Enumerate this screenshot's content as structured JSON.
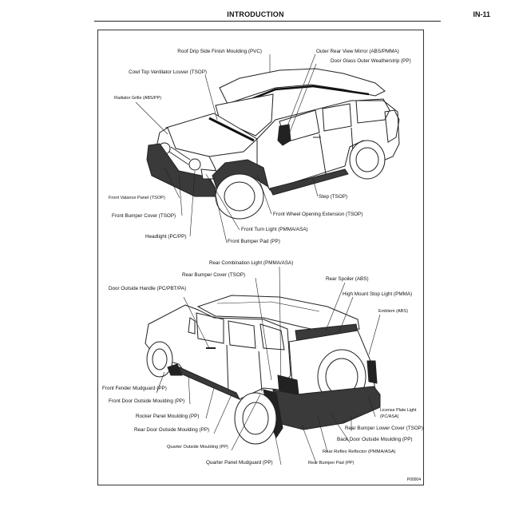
{
  "header": {
    "title": "INTRODUCTION",
    "page": "IN-11"
  },
  "figure_code": "P00004",
  "upper_labels": [
    "Roof Drip Side Finish Moulding (PVC)",
    "Outer Rear View Mirror (ABS/PMMA)",
    "Door Glass Outer Weatherstrip (PP)",
    "Cowl Top Ventilator Louver (TSOP)",
    "Radiator Grille (ABS/PP)",
    "Front Valance Panel (TSOP)",
    "Front Bumper Cover (TSOP)",
    "Headlight (PC/PP)",
    "Step (TSOP)",
    "Front Wheel Opening Extension (TSOP)",
    "Front Turn Light (PMMA/ASA)",
    "Front Bumper Pad (PP)"
  ],
  "lower_labels": [
    "Rear Combination Light (PMMA/ASA)",
    "Rear Bumper Cover (TSOP)",
    "Door Outside Handle (PC/PBT/PA)",
    "Rear Spoiler (ABS)",
    "High Mount Stop Light (PMMA)",
    "Emblem (ABS)",
    "Front Fender Mudguard (PP)",
    "Front Door Outside Moulding (PP)",
    "Rocker Panel Moulding (PP)",
    "Rear Door Outside Moulding (PP)",
    "Quarter Outside Moulding (PP)",
    "Quarter Panel Mudguard (PP)",
    "License Plate Light",
    "(PC/ASA)",
    "Rear Bumper Lower Cover (TSOP)",
    "Back Door Outside Moulding (PP)",
    "Rear Reflex Reflector (PMMA/ASA)",
    "Rear Bumper Pad (PP)"
  ]
}
